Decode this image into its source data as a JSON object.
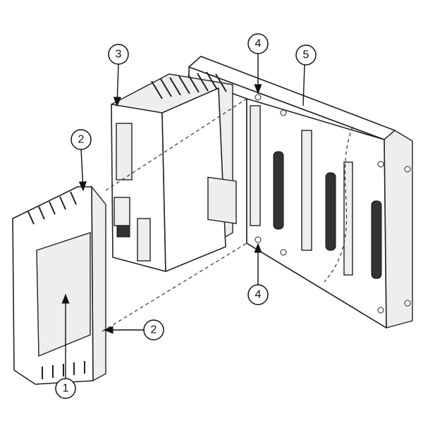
{
  "diagram": {
    "callouts": [
      {
        "id": "c1",
        "label": "1",
        "target": "module-front-cover"
      },
      {
        "id": "c2a",
        "label": "2",
        "target": "module-top-latch"
      },
      {
        "id": "c2b",
        "label": "2",
        "target": "module-bottom-latch"
      },
      {
        "id": "c3",
        "label": "3",
        "target": "controller"
      },
      {
        "id": "c4a",
        "label": "4",
        "target": "top-mounting-screw"
      },
      {
        "id": "c4b",
        "label": "4",
        "target": "bottom-mounting-screw"
      },
      {
        "id": "c5",
        "label": "5",
        "target": "chassis"
      }
    ]
  }
}
